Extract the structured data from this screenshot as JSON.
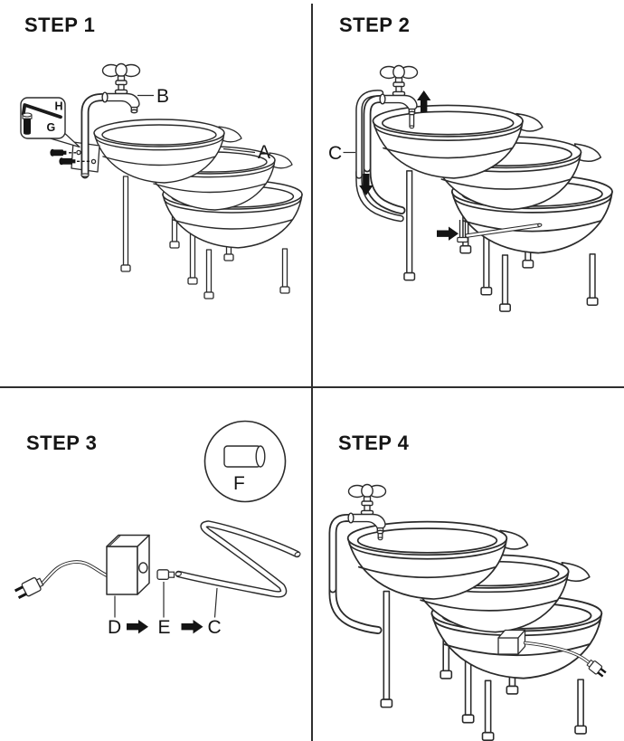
{
  "sheet": {
    "background": "#ffffff",
    "line_color": "#2b2b2b",
    "ink_color": "#141414"
  },
  "steps": [
    {
      "title": "STEP 1",
      "labels": {
        "a": "A",
        "b": "B",
        "g": "G",
        "h": "H"
      }
    },
    {
      "title": "STEP 2",
      "labels": {
        "c": "C"
      }
    },
    {
      "title": "STEP 3",
      "labels": {
        "c": "C",
        "d": "D",
        "e": "E",
        "f": "F"
      }
    },
    {
      "title": "STEP 4",
      "labels": {}
    }
  ]
}
